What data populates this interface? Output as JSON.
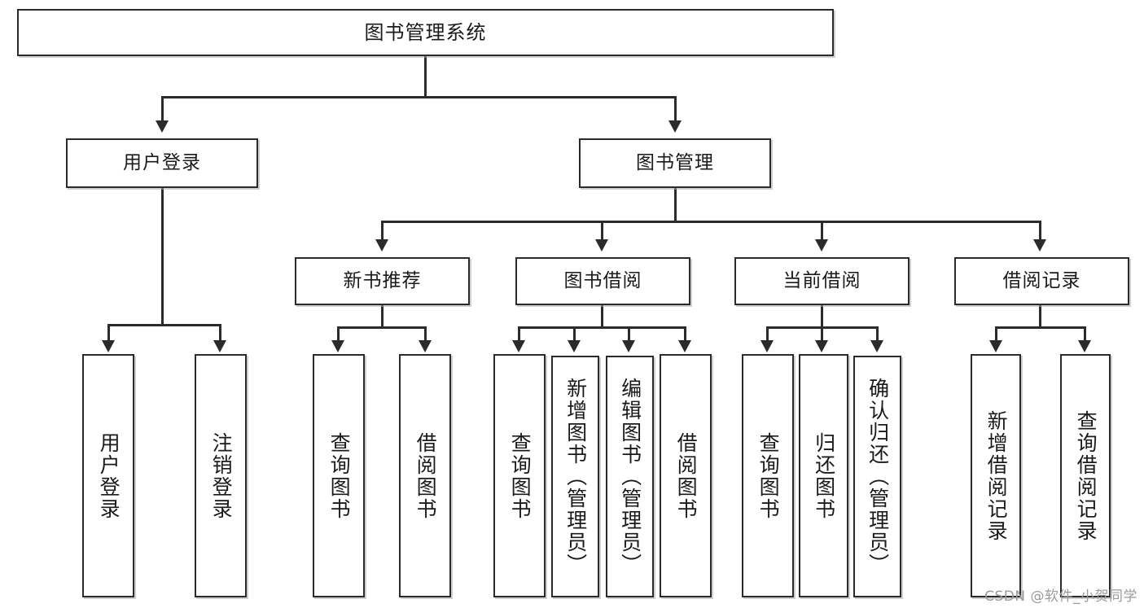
{
  "diagram": {
    "title": "图书管理系统",
    "type": "tree-hierarchy",
    "watermark": "CSDN @软件_小贺同学",
    "colors": {
      "border": "#2b2b2b",
      "background": "#ffffff",
      "text": "#1a1a1a",
      "watermark": "#9b9b9b"
    },
    "root": {
      "label": "图书管理系统"
    },
    "level2": [
      {
        "label": "用户登录"
      },
      {
        "label": "图书管理"
      }
    ],
    "level3": [
      {
        "label": "新书推荐"
      },
      {
        "label": "图书借阅"
      },
      {
        "label": "当前借阅"
      },
      {
        "label": "借阅记录"
      }
    ],
    "leaves": {
      "user_login": [
        {
          "label": "用户登录"
        },
        {
          "label": "注销登录"
        }
      ],
      "new_book_recommend": [
        {
          "label": "查询图书"
        },
        {
          "label": "借阅图书"
        }
      ],
      "book_borrow": [
        {
          "label": "查询图书"
        },
        {
          "label": "新增图书（管理员）"
        },
        {
          "label": "编辑图书（管理员）"
        },
        {
          "label": "借阅图书"
        }
      ],
      "current_borrow": [
        {
          "label": "查询图书"
        },
        {
          "label": "归还图书"
        },
        {
          "label": "确认归还（管理员）"
        }
      ],
      "borrow_record": [
        {
          "label": "新增借阅记录"
        },
        {
          "label": "查询借阅记录"
        }
      ]
    }
  }
}
